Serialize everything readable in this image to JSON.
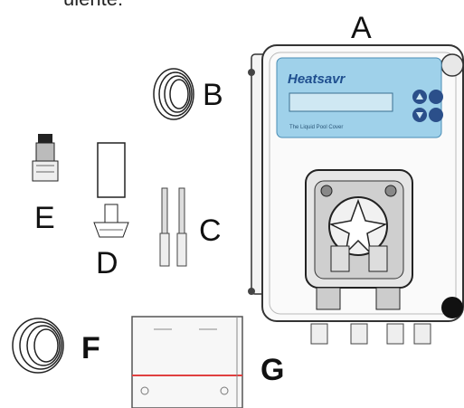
{
  "header_fragment": "uiente:",
  "parts": {
    "A": "A",
    "B": "B",
    "C": "C",
    "D": "D",
    "E": "E",
    "F": "F",
    "G": "G"
  },
  "pump": {
    "brand": "Heatsavr",
    "subtitle": "The Liquid Pool Cover"
  }
}
